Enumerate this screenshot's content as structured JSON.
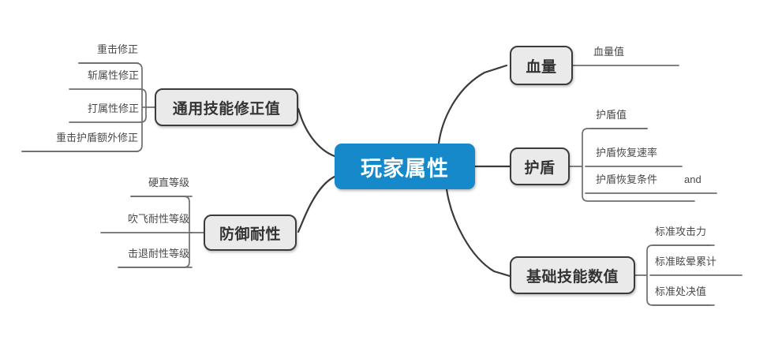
{
  "diagram": {
    "type": "mind-map",
    "title": "玩家属性",
    "colors": {
      "root_fill": "#1589ca",
      "root_text": "#ffffff",
      "branch_fill": "#eaeaea",
      "branch_border": "#3b3b3b",
      "branch_text": "#333333",
      "leaf_text": "#4a4a4a",
      "connector": "#3b3b3b",
      "leaf_connector": "#6e6e6e",
      "background": "#ffffff"
    },
    "root": {
      "label": "玩家属性"
    },
    "branches": [
      {
        "id": "general-skill-modifiers",
        "label": "通用技能修正值",
        "side": "left",
        "leaves": [
          {
            "label": "重击修正"
          },
          {
            "label": "斩属性修正"
          },
          {
            "label": "打属性修正"
          },
          {
            "label": "重击护盾额外修正"
          }
        ]
      },
      {
        "id": "defense-resistance",
        "label": "防御耐性",
        "side": "left",
        "leaves": [
          {
            "label": "硬直等级"
          },
          {
            "label": "吹飞耐性等级"
          },
          {
            "label": "击退耐性等级"
          }
        ]
      },
      {
        "id": "health",
        "label": "血量",
        "side": "right",
        "leaves": [
          {
            "label": "血量值"
          }
        ]
      },
      {
        "id": "shield",
        "label": "护盾",
        "side": "right",
        "leaves": [
          {
            "label": "护盾值"
          },
          {
            "label": "护盾恢复速率"
          },
          {
            "label": "护盾恢复条件",
            "extra": "and"
          }
        ]
      },
      {
        "id": "basic-skill-values",
        "label": "基础技能数值",
        "side": "right",
        "leaves": [
          {
            "label": "标准攻击力"
          },
          {
            "label": "标准眩晕累计"
          },
          {
            "label": "标准处决值"
          }
        ]
      }
    ]
  }
}
